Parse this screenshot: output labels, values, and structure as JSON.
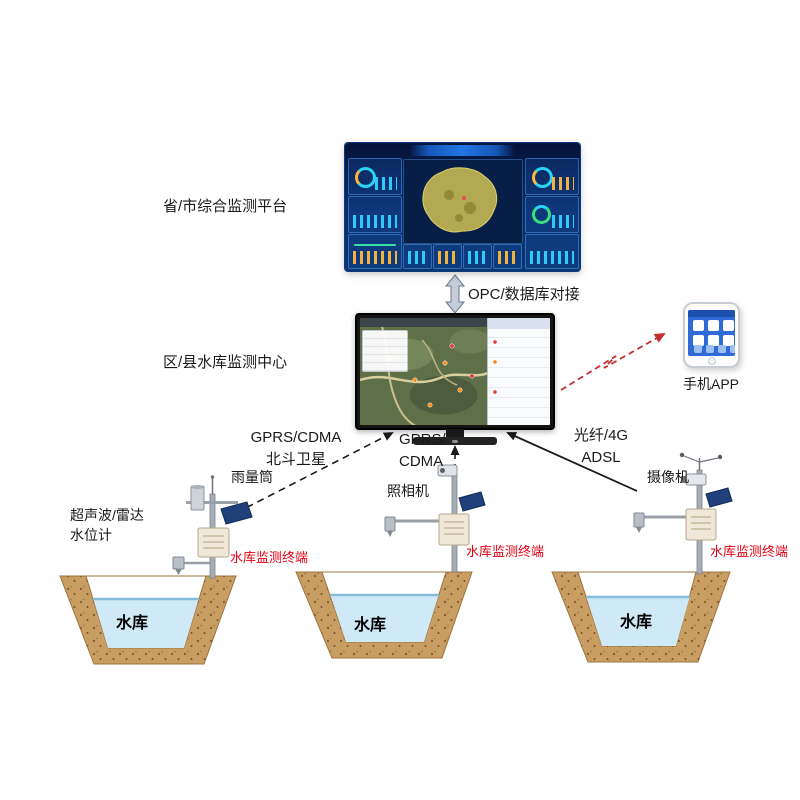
{
  "platform": {
    "label": "省/市综合监测平台"
  },
  "link_top": {
    "label": "OPC/数据库对接"
  },
  "center": {
    "label": "区/县水库监测中心"
  },
  "phone": {
    "label": "手机APP"
  },
  "links": {
    "left": {
      "line1": "GPRS/CDMA",
      "line2": "北斗卫星"
    },
    "middle": {
      "line1": "GPRS/",
      "line2": "CDMA"
    },
    "right": {
      "line1": "光纤/4G",
      "line2": "ADSL"
    }
  },
  "equipment": {
    "rain_gauge": "雨量筒",
    "camera": "照相机",
    "video_camera": "摄像机",
    "water_level_line1": "超声波/雷达",
    "water_level_line2": "水位计"
  },
  "terminals": [
    {
      "label": "水库监测终端"
    },
    {
      "label": "水库监测终端"
    },
    {
      "label": "水库监测终端"
    }
  ],
  "reservoirs": [
    {
      "label": "水库"
    },
    {
      "label": "水库"
    },
    {
      "label": "水库"
    }
  ],
  "colors": {
    "terminal_label_red": "#e60012",
    "arrow_red": "#c23030",
    "arrow_black": "#1a1a1a",
    "dashboard_bg": "#0a2f6b",
    "map_land": "#b3a952",
    "water": "#cfe9f6",
    "water_edge": "#85bcd8",
    "earth": "#c89e62",
    "phone_screen": "#2e6bd6",
    "solar_panel": "#20407c",
    "terminal_box": "#efe7d8"
  }
}
